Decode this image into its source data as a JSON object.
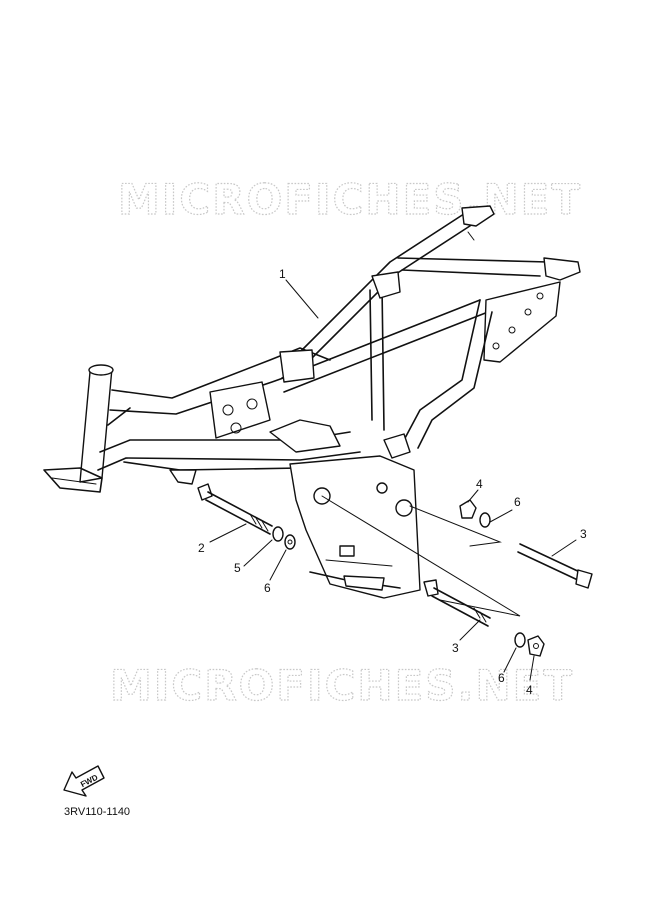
{
  "watermark": {
    "top": "MICROFICHES.NET",
    "bottom": "MICROFICHES.NET"
  },
  "diagram_code": "3RV110-1140",
  "fwd_label": "FWD",
  "callouts": {
    "frame": "1",
    "bolt_front": "2",
    "bolt_rear_upper": "3",
    "bolt_rear_lower": "3",
    "nut_upper": "4",
    "nut_lower": "4",
    "washer_front": "5",
    "washer_front_2": "6",
    "washer_upper": "6",
    "washer_lower": "6"
  }
}
